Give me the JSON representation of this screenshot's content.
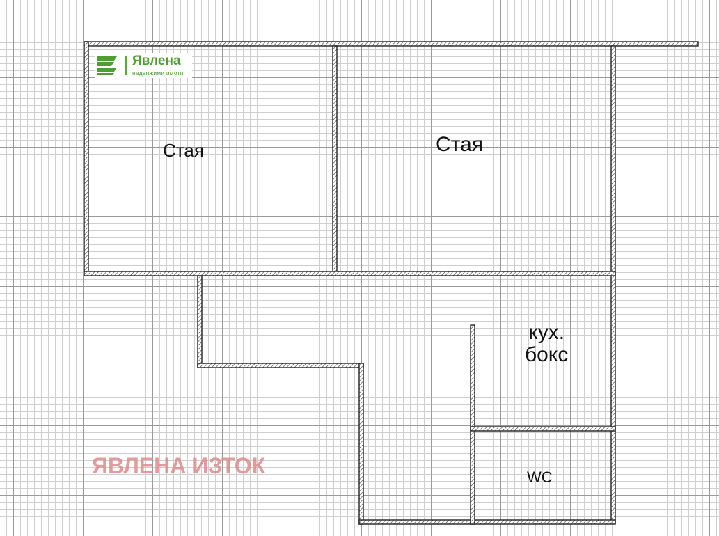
{
  "rooms": {
    "room_1": "Стая",
    "room_2": "Стая",
    "kitchen_line1": "кух.",
    "kitchen_line2": "бокс",
    "wc": "WC"
  },
  "logo": {
    "name": "Явлена",
    "subtitle": "недвижими имоти",
    "color": "#4f9e33"
  },
  "watermark": {
    "text": "ЯВЛЕНА ИЗТОК",
    "color": "#e08a8a"
  },
  "colors": {
    "wall": "#222222",
    "grid_major": "#9a9a9a",
    "grid_minor": "#cfcfcf"
  }
}
